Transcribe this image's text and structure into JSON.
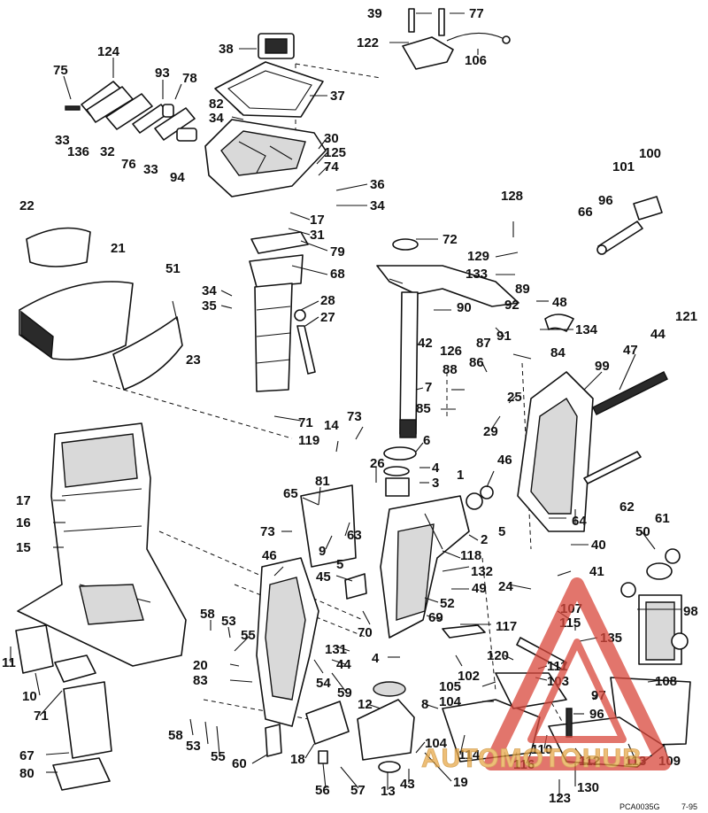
{
  "diagram": {
    "callouts": [
      "39",
      "77",
      "122",
      "106",
      "124",
      "75",
      "93",
      "78",
      "38",
      "37",
      "82",
      "34",
      "33",
      "136",
      "32",
      "76",
      "33",
      "94",
      "30",
      "125",
      "74",
      "36",
      "34",
      "17",
      "31",
      "22",
      "21",
      "51",
      "79",
      "68",
      "34",
      "35",
      "28",
      "27",
      "23",
      "128",
      "100",
      "101",
      "96",
      "66",
      "72",
      "129",
      "133",
      "89",
      "92",
      "48",
      "90",
      "134",
      "42",
      "126",
      "121",
      "44",
      "91",
      "87",
      "86",
      "84",
      "47",
      "99",
      "88",
      "7",
      "85",
      "29",
      "25",
      "71",
      "73",
      "14",
      "119",
      "6",
      "26",
      "4",
      "46",
      "3",
      "81",
      "65",
      "1",
      "5",
      "63",
      "9",
      "73",
      "2",
      "62",
      "61",
      "64",
      "40",
      "50",
      "118",
      "132",
      "41",
      "24",
      "49",
      "46",
      "45",
      "5",
      "52",
      "69",
      "107",
      "115",
      "135",
      "17",
      "16",
      "15",
      "58",
      "53",
      "55",
      "70",
      "131",
      "44",
      "117",
      "4",
      "98",
      "20",
      "83",
      "54",
      "59",
      "120",
      "102",
      "111",
      "103",
      "108",
      "105",
      "104",
      "97",
      "8",
      "12",
      "96",
      "11",
      "10",
      "71",
      "58",
      "53",
      "55",
      "60",
      "18",
      "67",
      "80",
      "56",
      "57",
      "104",
      "114",
      "13",
      "43",
      "19",
      "116",
      "110",
      "112",
      "113",
      "109",
      "123",
      "130"
    ],
    "footer_code": "PCA0035G",
    "footer_date": "7-95",
    "watermark_text": "AUTOMOTOHUB",
    "watermark_color": "#d9473b"
  }
}
